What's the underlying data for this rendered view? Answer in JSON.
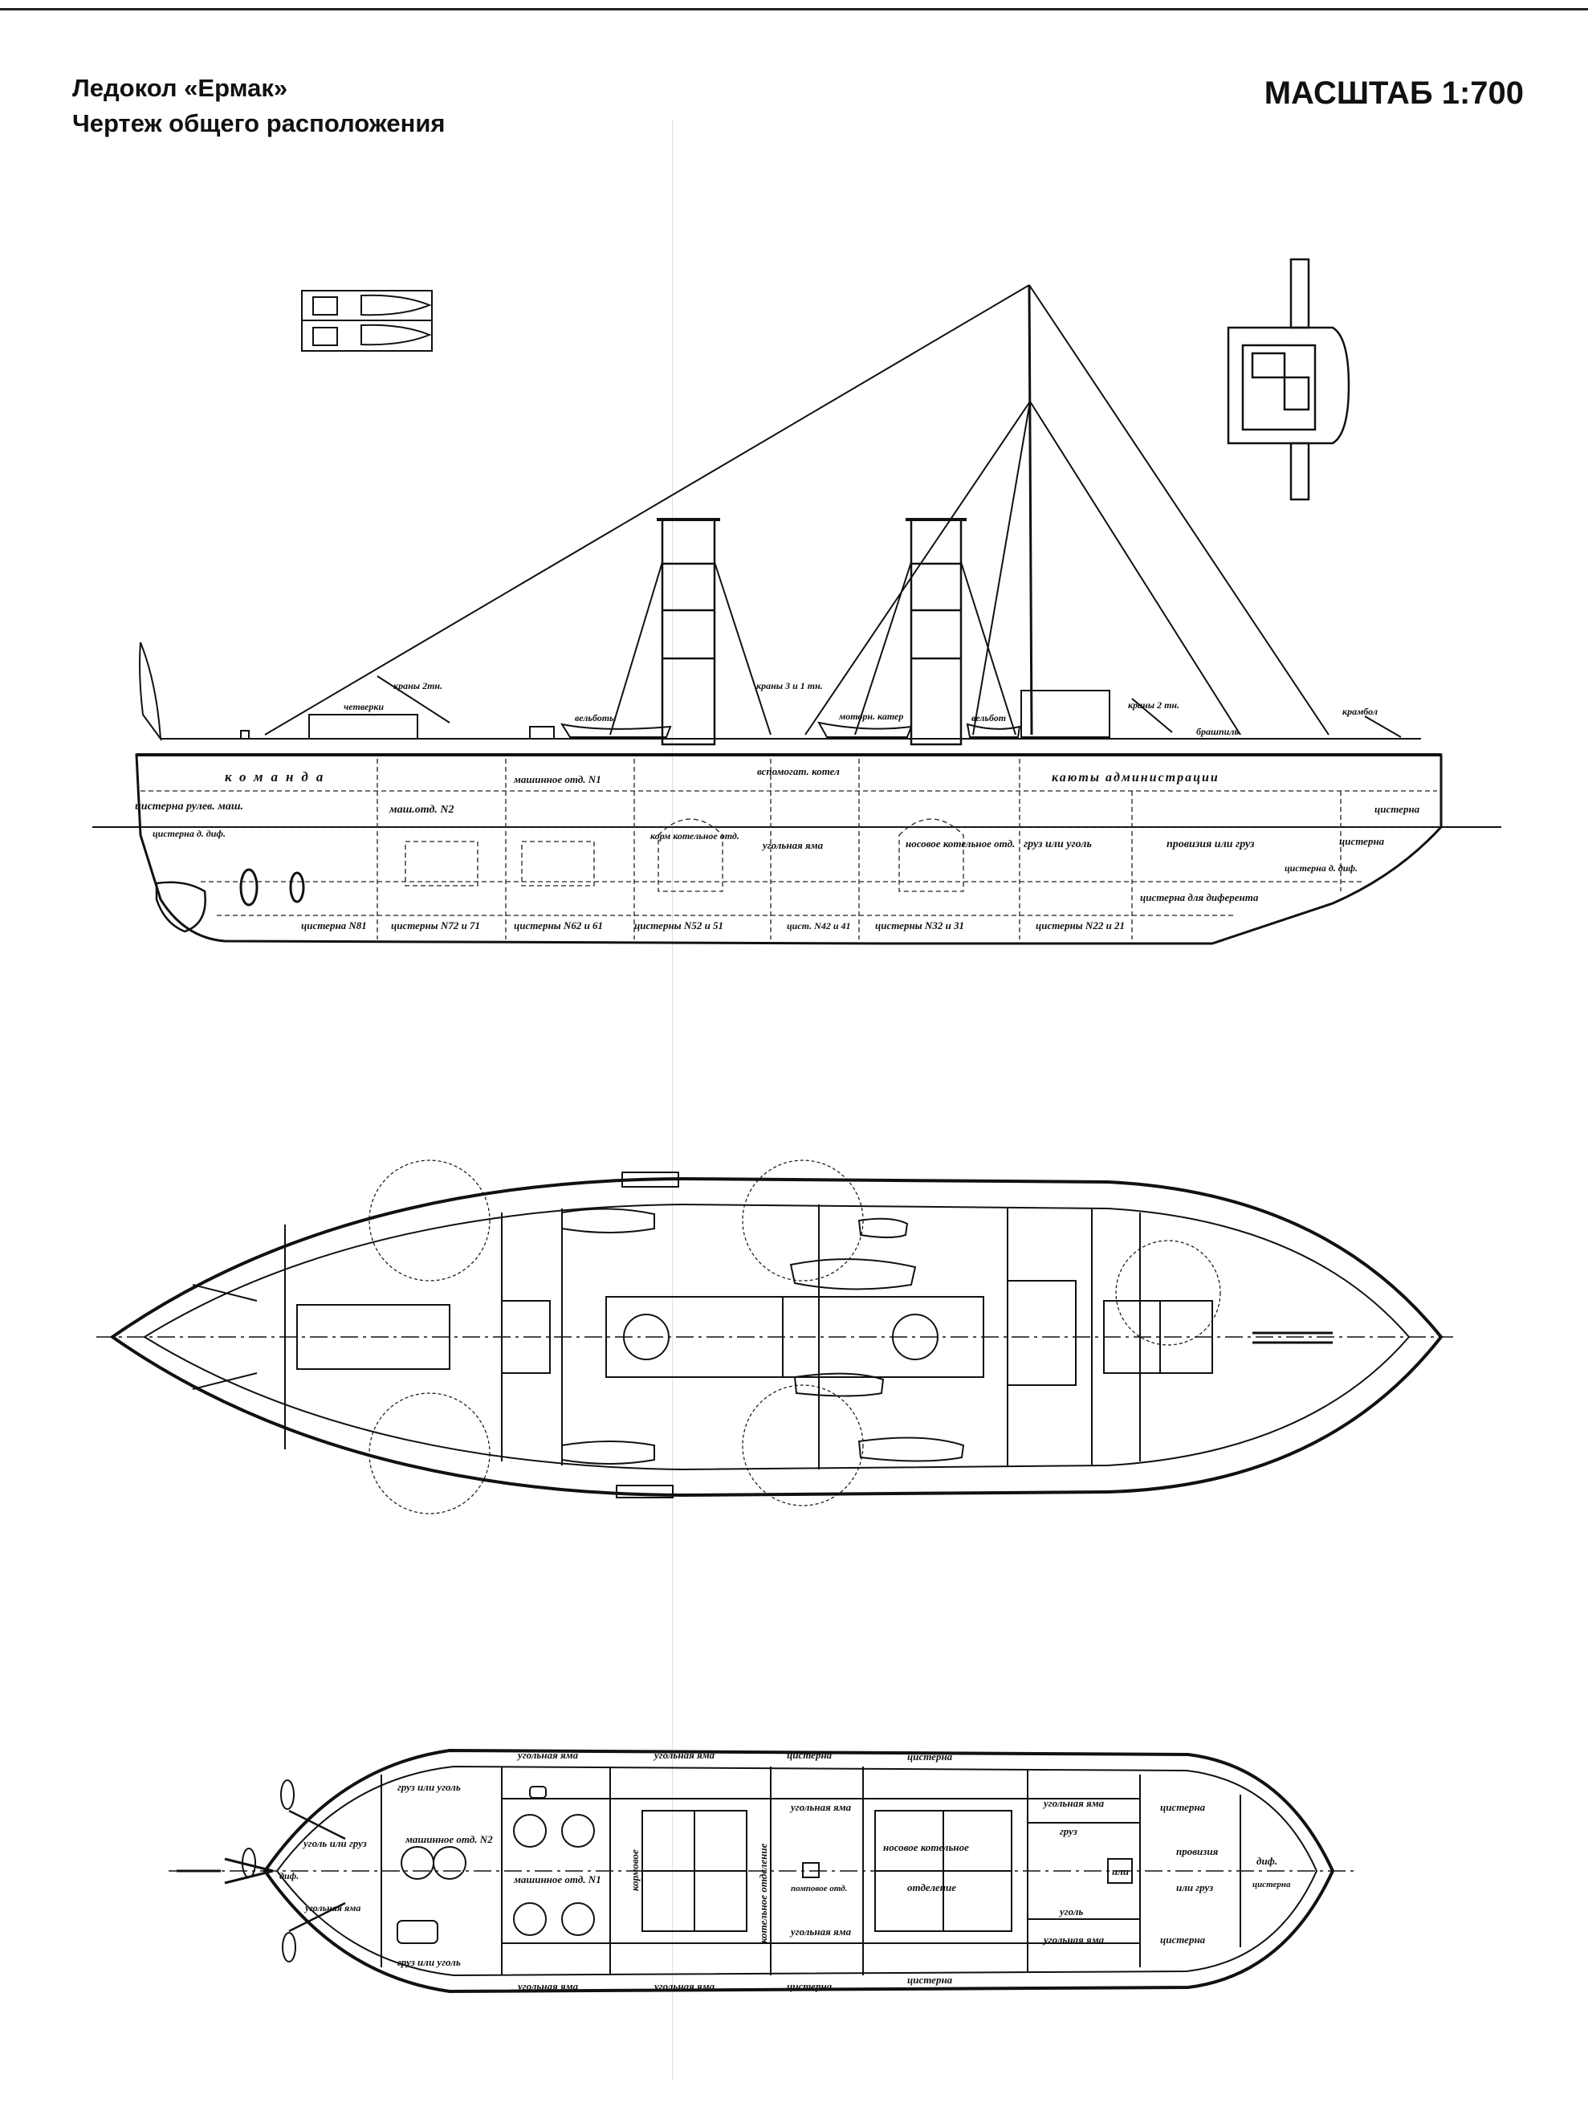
{
  "header": {
    "title_line1": "Ледокол «Ермак»",
    "title_line2": "Чертеж общего расположения",
    "scale": "МАСШТАБ 1:700"
  },
  "side_view": {
    "labels": {
      "team": "команда",
      "cabins": "каюты администрации",
      "rudder_tank": "цистерна рулев. маш.",
      "engine_2": "маш.отд. N2",
      "engine_1": "машинное отд. N1",
      "aux_boiler": "вспомогат. котел",
      "aft_boiler": "корм котельное отд.",
      "coal_pit": "угольная яма",
      "fwd_boiler": "носовое котельное отд.",
      "cargo_coal": "груз или уголь",
      "provisions": "провизия или груз",
      "tank_bow": "цистерна",
      "tank_bow2": "цистерна",
      "tank_trim_aft": "цистерна д. диф.",
      "tank_trim_fwd": "цистерна д. диф.",
      "tank_trim": "цистерна для диферента",
      "tanks_81": "цистерна N81",
      "tanks_72": "цистерны N72 и 71",
      "tanks_62": "цистерны N62 и 61",
      "tanks_52": "цистерны N52 и 51",
      "tanks_42": "цист. N42 и 41",
      "tanks_32": "цистерны N32 и 31",
      "tanks_22": "цистерны N22 и 21",
      "boat_4": "четверки",
      "cranes_aft": "краны 2тн.",
      "whaleboat_1": "вельботы",
      "cranes_mid": "краны 3 и 1 тн.",
      "motor_boat": "моторн. катер",
      "whaleboat_2": "вельбот",
      "cranes_fwd": "краны 2 тн.",
      "brashpil": "брашпиль",
      "cathead": "крамбол"
    }
  },
  "hold_plan": {
    "labels": {
      "coal_top_1": "угольная яма",
      "coal_top_2": "угольная яма",
      "tank_top_1": "цистерна",
      "tank_top_2": "цистерна",
      "cargo_coal_top": "груз или уголь",
      "coal_cargo_aft": "уголь или груз",
      "engine_2": "машинное отд. N2",
      "engine_1": "машинное отд. N1",
      "aft_boiler_v": "кормовое",
      "boiler_room_v": "котельное отделение",
      "coal_pit_mid_top": "угольная яма",
      "coal_pit_mid_bot": "угольная яма",
      "pump": "помповое отд.",
      "fwd_boiler_1": "носовое котельное",
      "fwd_boiler_2": "отделение",
      "coal_pit_right_top": "угольная яма",
      "coal_pit_right_bot": "угольная яма",
      "cargo": "груз",
      "or": "или",
      "coal": "уголь",
      "tank_right_top": "цистерна",
      "tank_right_bot": "цистерна",
      "provisions_1": "провизия",
      "provisions_2": "или груз",
      "dif": "диф.",
      "tank_bow": "цистерна",
      "dif_aft_1": "диф.",
      "coal_aft_bot": "угольная яма",
      "cargo_coal_bot": "груз или уголь",
      "coal_bot_1": "угольная яма",
      "coal_bot_2": "угольная яма",
      "tank_bot_1": "цистерна",
      "tank_bot_2": "цистерна"
    }
  }
}
